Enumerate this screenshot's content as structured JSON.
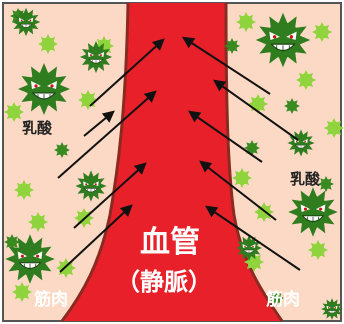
{
  "labels": {
    "lactic_left": "乳酸",
    "lactic_right": "乳酸",
    "vessel": "血管",
    "vessel_sub": "（静脈）",
    "muscle_left": "筋肉",
    "muscle_right": "筋肉"
  },
  "colors": {
    "muscle": "#fbd9c4",
    "vessel": "#e8202a",
    "vessel_edge": "#8a2a20",
    "germ_dark": "#2f7d1e",
    "germ_light": "#8fd43c",
    "arrow": "#111111",
    "frame": "#555555"
  },
  "icons": [
    "germ-icon",
    "spore-icon",
    "arrow-icon"
  ]
}
